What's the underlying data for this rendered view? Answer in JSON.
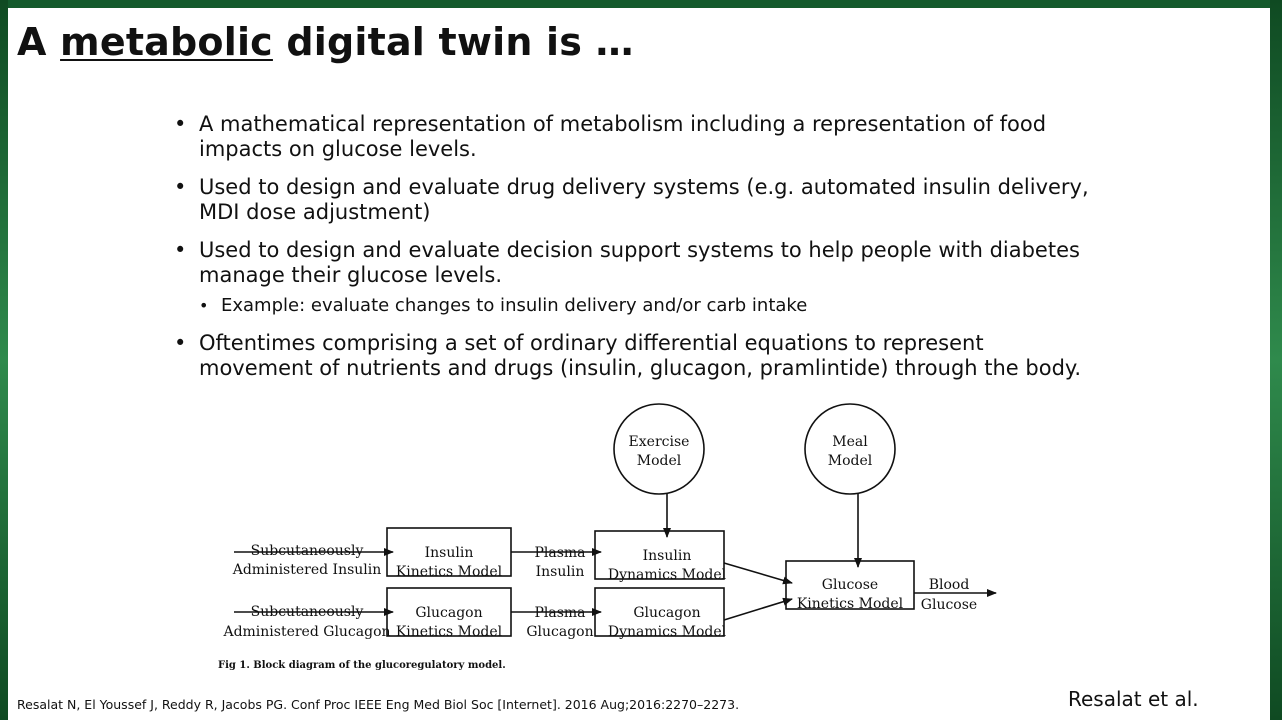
{
  "title": {
    "prefix": "A ",
    "emphasis": "metabolic",
    "suffix": " digital twin is …"
  },
  "bullets": [
    {
      "line1": "A mathematical representation of metabolism including a representation of food",
      "line2": "impacts on glucose levels."
    },
    {
      "line1": "Used to design and evaluate drug delivery systems (e.g. automated insulin delivery,",
      "line2": "MDI dose adjustment)"
    },
    {
      "line1": "Used to design and evaluate decision support systems to help people with diabetes",
      "line2": "manage their glucose levels.",
      "sub": [
        "Example: evaluate changes to insulin delivery and/or carb intake"
      ]
    },
    {
      "line1": "Oftentimes comprising a set of ordinary differential equations to represent",
      "line2": "movement of nutrients and drugs (insulin, glucagon, pramlintide) through the body."
    }
  ],
  "diagram": {
    "exercise": [
      "Exercise",
      "Model"
    ],
    "meal": [
      "Meal",
      "Model"
    ],
    "input_insulin": [
      "Subcutaneously",
      "Administered Insulin"
    ],
    "input_glucagon": [
      "Subcutaneously",
      "Administered Glucagon"
    ],
    "insulin_kinetics": [
      "Insulin",
      "Kinetics Model"
    ],
    "glucagon_kinetics": [
      "Glucagon",
      "Kinetics Model"
    ],
    "plasma_insulin": [
      "Plasma",
      "Insulin"
    ],
    "plasma_glucagon": [
      "Plasma",
      "Glucagon"
    ],
    "insulin_dynamics": [
      "Insulin",
      "Dynamics Model"
    ],
    "glucagon_dynamics": [
      "Glucagon",
      "Dynamics Model"
    ],
    "glucose_kinetics": [
      "Glucose",
      "Kinetics Model"
    ],
    "output": [
      "Blood",
      "Glucose"
    ],
    "caption": "Fig 1. Block diagram of the glucoregulatory model."
  },
  "citation": "Resalat N, El Youssef J, Reddy R, Jacobs PG. Conf Proc IEEE Eng Med Biol Soc [Internet]. 2016 Aug;2016:2270–2273.",
  "credit": "Resalat et al."
}
